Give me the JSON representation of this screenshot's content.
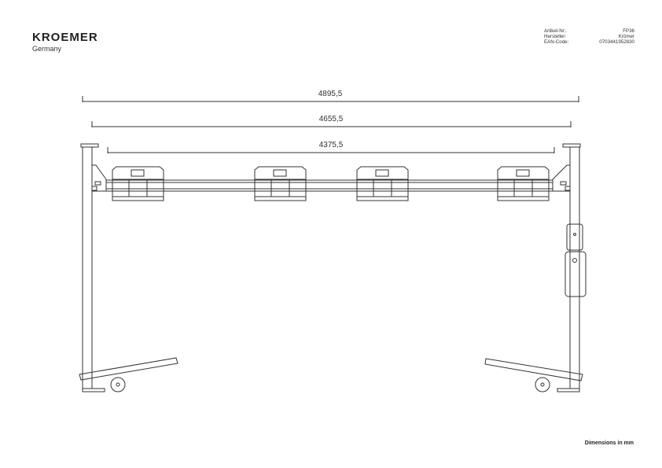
{
  "brand": {
    "name": "KROEMER",
    "country": "Germany"
  },
  "meta": [
    {
      "label": "Artikel-Nr.:",
      "value": "FP36"
    },
    {
      "label": "Hersteller:",
      "value": "Krömer"
    },
    {
      "label": "EAN-Code:",
      "value": "0703441952830"
    }
  ],
  "dimensions": {
    "overall": "4895,5",
    "posts": "4655,5",
    "heaters": "4375,5"
  },
  "units_note": "Dimensions in mm"
}
